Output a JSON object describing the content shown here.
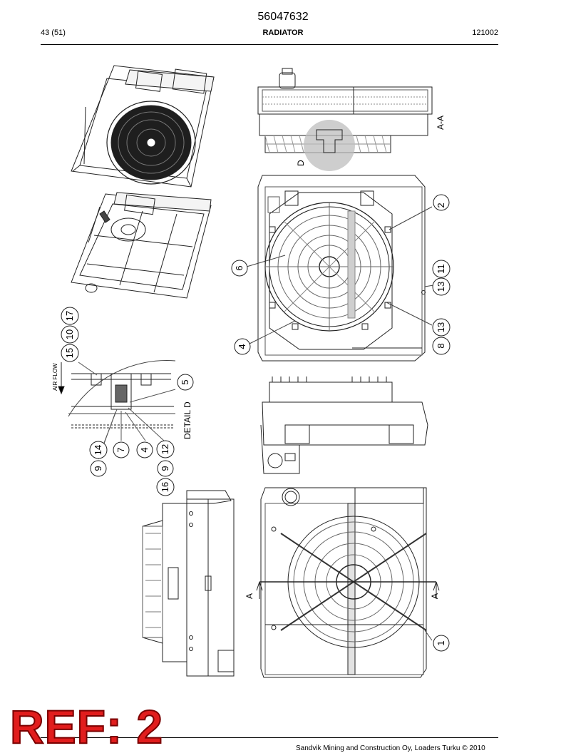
{
  "header": {
    "doc_number": "56047632",
    "page": "43 (51)",
    "title": "RADIATOR",
    "code": "121002"
  },
  "drawing_labels": {
    "section_a": "A-A",
    "detail_marker": "D",
    "detail_title": "DETAIL D",
    "air_flow": "AIR FLOW",
    "section_arrow_left": "A",
    "section_arrow_right": "A"
  },
  "callouts": {
    "c1": "1",
    "c2": "2",
    "c4a": "4",
    "c4b": "4",
    "c5": "5",
    "c6": "6",
    "c7": "7",
    "c8": "8",
    "c9a": "9",
    "c9b": "9",
    "c10": "10",
    "c11": "11",
    "c12": "12",
    "c13a": "13",
    "c13b": "13",
    "c14": "14",
    "c15": "15",
    "c16": "16",
    "c17": "17"
  },
  "footer": {
    "copyright": "Sandvik Mining and Construction Oy, Loaders Turku © 2010"
  },
  "stamp": {
    "ref": "REF: 2"
  }
}
